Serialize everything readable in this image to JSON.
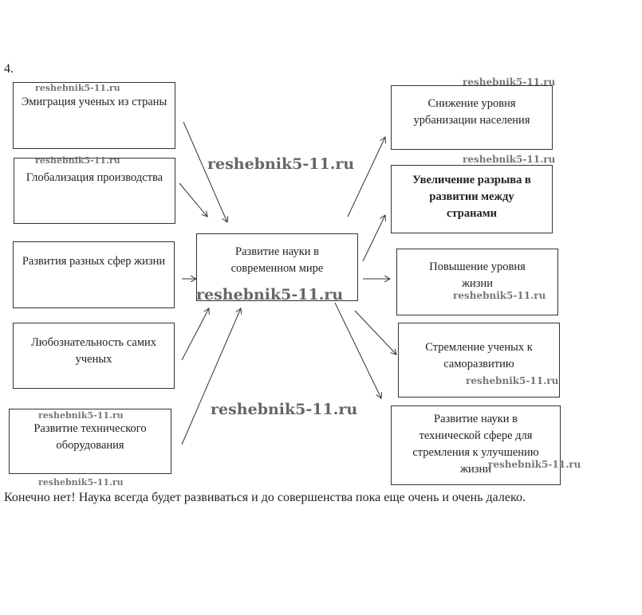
{
  "task_number": "4.",
  "causes": [
    "Эмиграция ученых из страны",
    "Глобализация производства",
    "Развития разных сфер жизни",
    "Любознательность самих ученых",
    "Развитие технического оборудования"
  ],
  "center": "Развитие науки в современном мире",
  "effects": [
    "Снижение уровня урбанизации населения",
    "Увеличение разрыва в развитии между странами",
    "Повышение уровня жизни",
    "Стремление ученых к саморазвитию",
    "Развитие науки в технической сфере для стремления к улучшению жизни"
  ],
  "answer": "Конечно нет! Наука всегда будет развиваться и до совершенства пока еще очень и очень далеко.",
  "watermark": "reshebnik5-11.ru"
}
